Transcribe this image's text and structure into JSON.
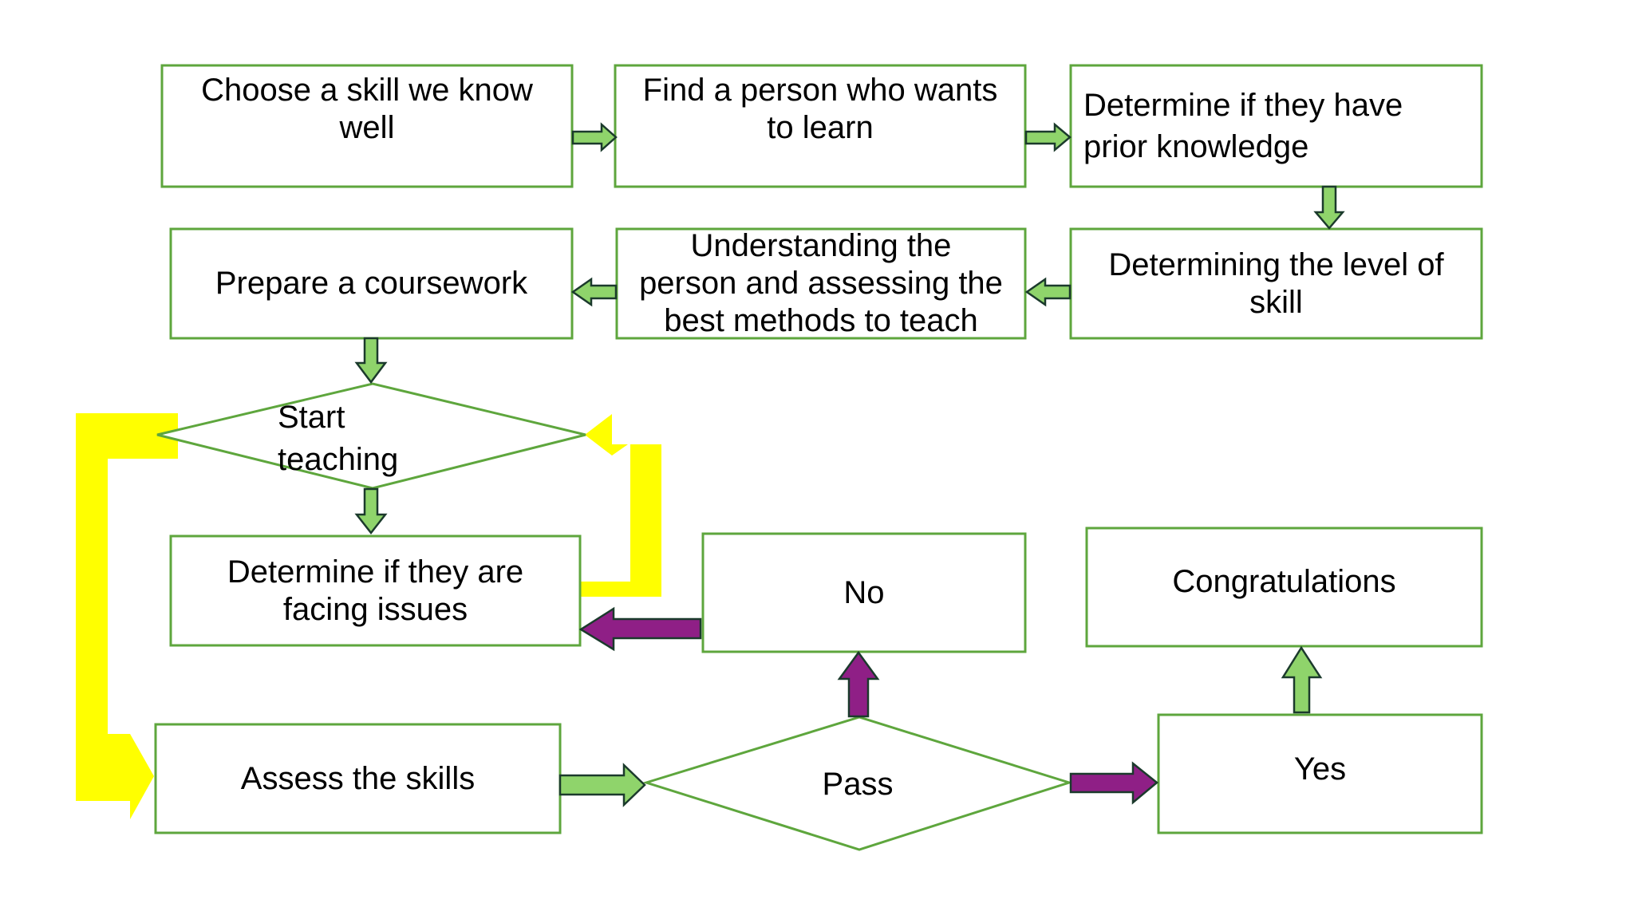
{
  "colors": {
    "box_border": "#5ea63d",
    "flow_arrow_fill": "#8fd46b",
    "arrow_outline": "#1b3a2c",
    "no_yes_arrow": "#8f1f86",
    "loop_arrow": "#ffff00",
    "text": "#000000"
  },
  "nodes": {
    "choose_skill": "Choose a skill we know\nwell",
    "find_person": "Find a person who wants\nto learn",
    "prior_knowledge": "Determine if they have\nprior knowledge",
    "determining_level": "Determining the level of\nskill",
    "understanding": "Understanding the\nperson and assessing the\nbest methods to teach",
    "prepare_coursework": "Prepare a coursework",
    "start_teaching": "Start\nteaching",
    "facing_issues": "Determine if they are\nfacing issues",
    "no": "No",
    "congratulations": "Congratulations",
    "assess_skills": "Assess the skills",
    "pass": "Pass",
    "yes": "Yes"
  }
}
